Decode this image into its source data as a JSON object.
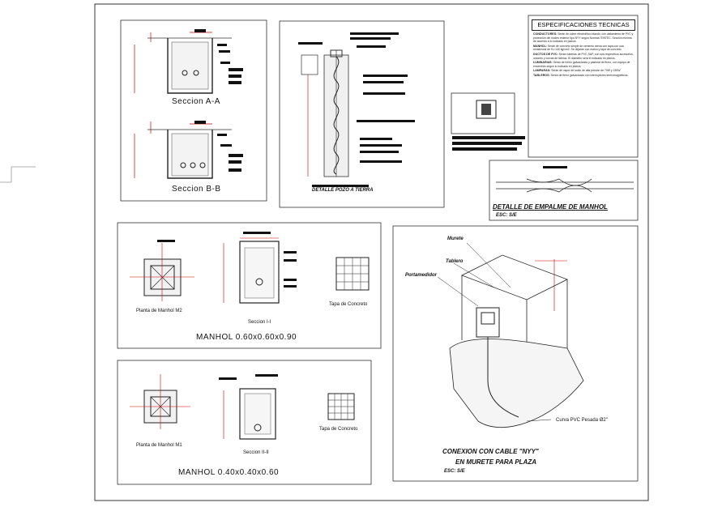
{
  "sections": {
    "section_a_label": "Seccion A-A",
    "section_b_label": "Seccion B-B",
    "detalle_label": "DETALLE POZO A TIERRA",
    "empalme_title": "DETALLE DE EMPALME DE MANHOL",
    "empalme_scale": "ESC: S/E",
    "manhol_m2_plan": "Planta de Manhol M2",
    "manhol_m2_section": "Seccion I-I",
    "manhol_m2_cover": "Tapa de Concreto",
    "manhol_m2_title": "MANHOL  0.60x0.60x0.90",
    "manhol_m1_plan": "Planta de Manhol M1",
    "manhol_m1_section": "Seccion II-II",
    "manhol_m1_cover": "Tapa de Concreto",
    "manhol_m1_title": "MANHOL  0.40x0.40x0.60",
    "murete_label": "Murete",
    "tablero_label": "Tablero",
    "portamedidor_label": "Portamedidor",
    "curva_label": "Curva PVC  Pesada  Ø2\"",
    "conexion_title_1": "CONEXION CON CABLE \"NYY\"",
    "conexion_title_2": "EN MURETE PARA PLAZA",
    "conexion_scale": "ESC: S/E"
  },
  "specs": {
    "title": "ESPECIFICACIONES TECNICAS",
    "conductores_head": "CONDUCTORES:",
    "conductores_text": "Serán de cobre electrolítico blando, con aislamiento de PVC y protección del núcleo exterior tipo NYY según Normas ITINTEC. Sección mínima de acuerdo a lo indicado en planos.",
    "manhol_head": "MANHOL:",
    "manhol_text": "Serán de concreto simple de cemento arena con tapa con una resistencia de f'c=140 kg/cm2. Se dejarán con marco y tapa de concreto.",
    "ductos_head": "DUCTOS DE PVC:",
    "ductos_text": "Serán tuberías de PVC-SAP, con sus respectivos accesorios, uniones y curvas de fábrica. El diámetro será el indicado en planos.",
    "luminarias_head": "LUMINARIAS:",
    "luminarias_text": "Serán de hierro galvanizado y pastoral de fierro, con equipo de encendido según lo indicado en planos.",
    "lamparas_head": "LAMPARAS:",
    "lamparas_text": "Serán de vapor de sodio de alta presión de 70W y 150W.",
    "tableros_head": "TABLEROS:",
    "tableros_text": "Serán de fierro galvanizado con interruptores termomagnéticos."
  }
}
